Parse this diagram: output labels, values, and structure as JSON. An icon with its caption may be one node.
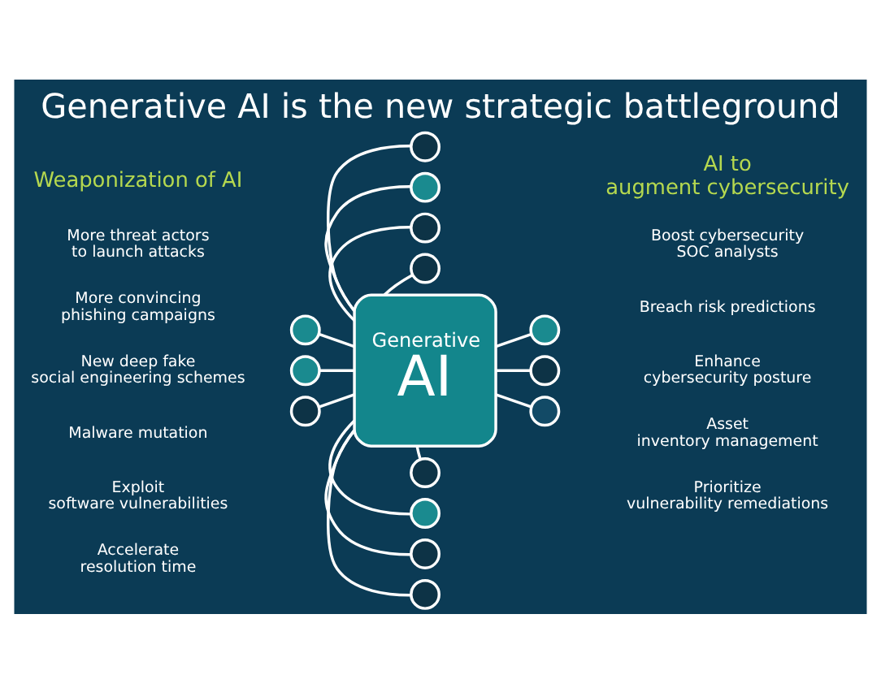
{
  "diagram": {
    "title": "Generative AI is the new strategic battleground",
    "nodes": [
      {
        "text": [
          "Generative",
          "AI"
        ]
      },
      {
        "text": [],
        "shape": "circle"
      },
      {
        "text": [],
        "shape": "circle"
      },
      {
        "text": [],
        "shape": "circle"
      },
      {
        "text": [],
        "shape": "circle"
      },
      {
        "text": [],
        "shape": "circle"
      },
      {
        "text": [],
        "shape": "circle"
      },
      {
        "text": [],
        "shape": "circle"
      },
      {
        "text": [],
        "shape": "circle"
      },
      {
        "text": [],
        "shape": "circle"
      },
      {
        "text": [],
        "shape": "circle"
      },
      {
        "text": [],
        "shape": "circle"
      },
      {
        "text": [],
        "shape": "circle"
      },
      {
        "text": [],
        "shape": "circle"
      },
      {
        "text": [],
        "shape": "circle"
      }
    ],
    "edges": [
      {
        "from": 1,
        "to": 0,
        "arrow": "none"
      },
      {
        "from": 2,
        "to": 0,
        "arrow": "none"
      },
      {
        "from": 3,
        "to": 0,
        "arrow": "none"
      },
      {
        "from": 4,
        "to": 0,
        "arrow": "none"
      },
      {
        "from": 0,
        "to": 5,
        "arrow": "none"
      },
      {
        "from": 6,
        "to": 0,
        "arrow": "none"
      },
      {
        "from": 0,
        "to": 7,
        "arrow": "none"
      },
      {
        "from": 8,
        "to": 0,
        "arrow": "none"
      },
      {
        "from": 9,
        "to": 0,
        "arrow": "none"
      },
      {
        "from": 0,
        "to": 10,
        "arrow": "none"
      },
      {
        "from": 0,
        "to": 11,
        "arrow": "none"
      },
      {
        "from": 0,
        "to": 12,
        "arrow": "none"
      },
      {
        "from": 0,
        "to": 13,
        "arrow": "none"
      },
      {
        "from": 0,
        "to": 14,
        "arrow": "none"
      }
    ],
    "labels": [
      "Weaponization of AI",
      "AI to augment cybersecurity",
      "More threat actors to launch attacks",
      "Boost cybersecurity SOC analysts",
      "More convincing phishing campaigns",
      "Breach risk predictions",
      "New deep fake social engineering schemes",
      "Enhance cybersecurity posture",
      "Malware mutation",
      "Asset inventory management",
      "Exploit software vulnerabilities",
      "Prioritize vulnerability remediations",
      "Accelerate resolution time"
    ]
  }
}
